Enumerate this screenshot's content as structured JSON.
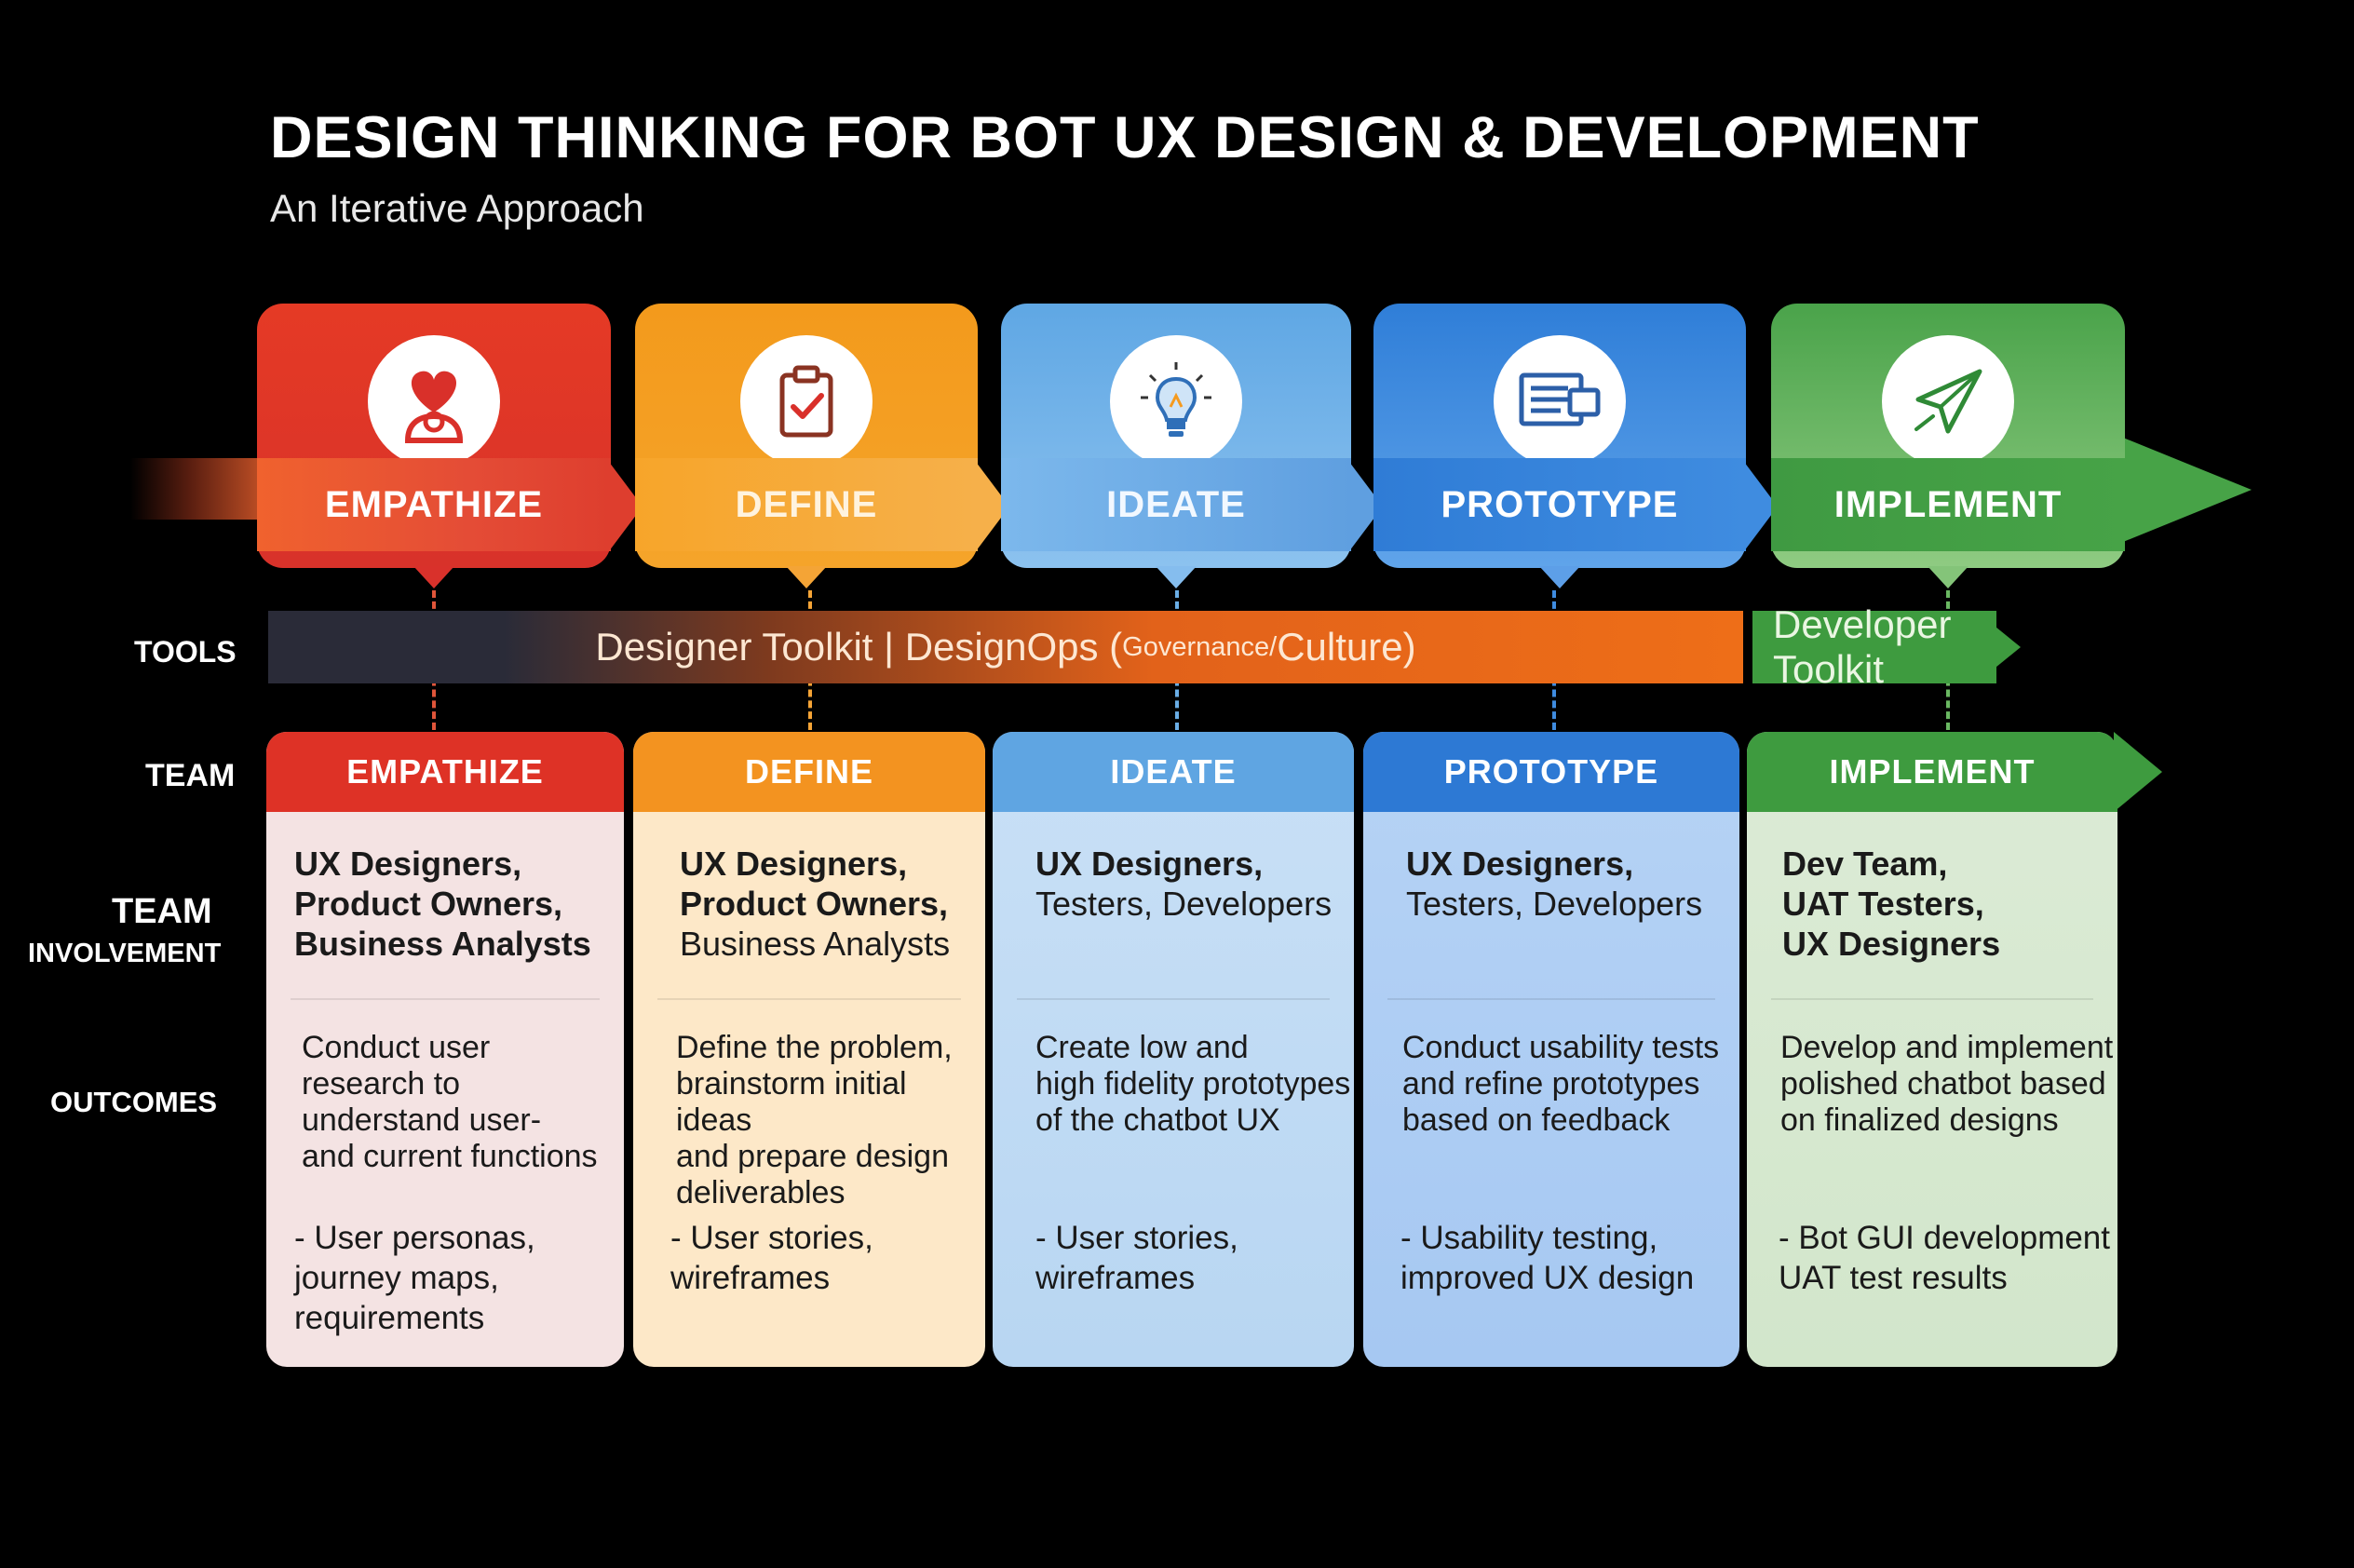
{
  "title": "DESIGN THINKING FOR BOT UX DESIGN & DEVELOPMENT",
  "subtitle": "An Iterative Approach",
  "row_labels": {
    "tools": "TOOLS",
    "team": "TEAM",
    "team_involvement_1": "TEAM",
    "team_involvement_2": "INVOLVEMENT",
    "outcomes": "OUTCOMES"
  },
  "tools": {
    "designer_main": "Designer Toolkit | DesignOps (",
    "designer_small": "Governance/",
    "designer_end": "Culture)",
    "developer": "Developer Toolkit"
  },
  "colors": {
    "empathize": "#e03a2a",
    "define": "#f59a1e",
    "ideate": "#6aaee6",
    "prototype": "#2f7ed8",
    "implement": "#4aa34a"
  },
  "phases": [
    {
      "name": "EMPATHIZE",
      "icon": "heart-person-icon",
      "team_head": "EMPATHIZE",
      "team_bold": [
        "UX Designers,",
        "Product Owners,",
        "Business Analysts"
      ],
      "team_regular": [],
      "outcome": "Conduct user\nresearch to\nunderstand user-\nand current functions",
      "deliverables": "- User personas,\n  journey maps,\n  requirements"
    },
    {
      "name": "DEFINE",
      "icon": "clipboard-check-icon",
      "team_head": "DEFINE",
      "team_bold": [
        "UX Designers,",
        "Product Owners,"
      ],
      "team_regular": [
        "Business Analysts"
      ],
      "outcome": "Define the problem,\nbrainstorm initial ideas\nand prepare design\ndeliverables",
      "deliverables": "- User stories,\n  wireframes"
    },
    {
      "name": "IDEATE",
      "icon": "lightbulb-icon",
      "team_head": "IDEATE",
      "team_bold": [
        "UX Designers,"
      ],
      "team_regular": [
        "Testers, Developers"
      ],
      "outcome": "Create low and\nhigh fidelity prototypes\nof the chatbot UX",
      "deliverables": "- User stories,\n  wireframes"
    },
    {
      "name": "PROTOTYPE",
      "icon": "prototype-screens-icon",
      "team_head": "PROTOTYPE",
      "team_bold": [
        "UX Designers,"
      ],
      "team_regular": [
        "Testers, Developers"
      ],
      "outcome": "Conduct usability tests\nand refine prototypes\nbased on feedback",
      "deliverables": "- Usability testing,\n  improved UX design"
    },
    {
      "name": "IMPLEMENT",
      "icon": "paper-plane-icon",
      "team_head": "IMPLEMENT",
      "team_bold": [
        "Dev Team,",
        "UAT Testers,",
        "UX Designers"
      ],
      "team_regular": [],
      "outcome": "Develop and implement\npolished chatbot based\non finalized designs",
      "deliverables": "- Bot GUI development\n  UAT test results"
    }
  ]
}
